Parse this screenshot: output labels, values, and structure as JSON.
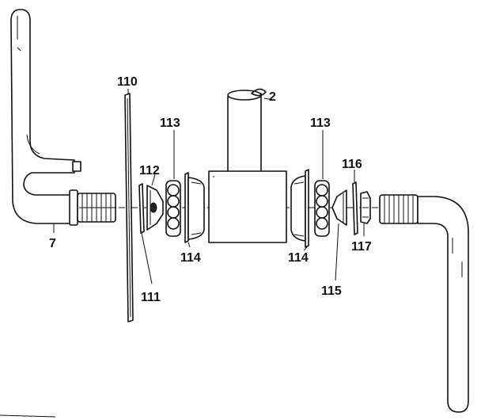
{
  "labels": {
    "l2": "2",
    "l7": "7",
    "l110": "110",
    "l111": "111",
    "l112": "112",
    "l113a": "113",
    "l113b": "113",
    "l114a": "114",
    "l114b": "114",
    "l115": "115",
    "l116": "116",
    "l117": "117"
  }
}
